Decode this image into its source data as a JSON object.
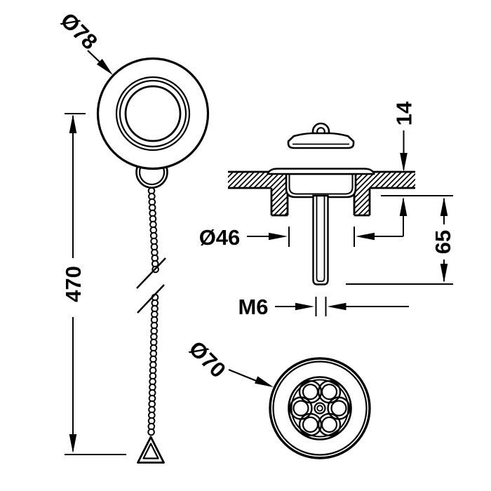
{
  "drawing": {
    "background": "#ffffff",
    "line_color": "#000000",
    "dimensions": {
      "plug_diameter": "Ø78",
      "chain_length": "470",
      "protrusion_height": "14",
      "hole_diameter": "Ø46",
      "tail_length": "65",
      "thread_size": "M6",
      "grate_diameter": "Ø70"
    }
  }
}
